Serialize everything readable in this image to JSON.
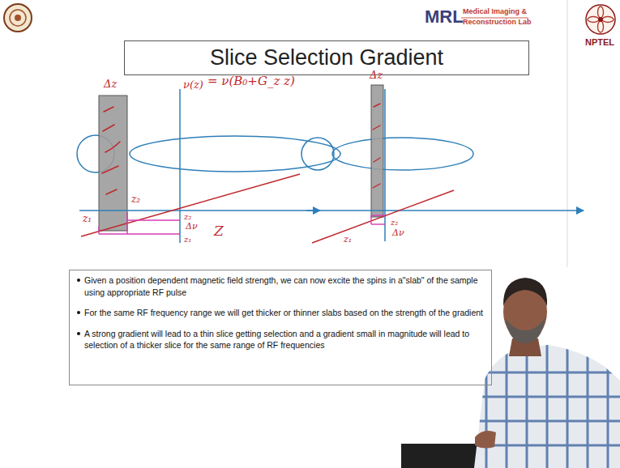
{
  "diagram": {
    "title": "Slice Selection Gradient",
    "nodes": [
      {
        "text": [
          "Given a position dependent magnetic field strength, we can now excite the spins in a\"slab\" of the sample using appropriate RF pulse",
          "For the same RF frequency range we will get thicker or thinner slabs based on the strength of the gradient",
          "A strong gradient will lead to a thin slice getting selection and a gradient small in magnitude will lead to selection of a thicker slice for the same range of RF frequencies"
        ]
      }
    ],
    "labels": [
      "MRL",
      "Medical Imaging &",
      "Reconstruction Lab",
      "NPTEL",
      "Δz",
      "ν(z)",
      "= ν(B₀+G_z z)",
      "z₁",
      "z₂",
      "z₂",
      "Δν",
      "z₁",
      "Z",
      "Δz",
      "z₂",
      "Δν",
      "z₁"
    ]
  }
}
